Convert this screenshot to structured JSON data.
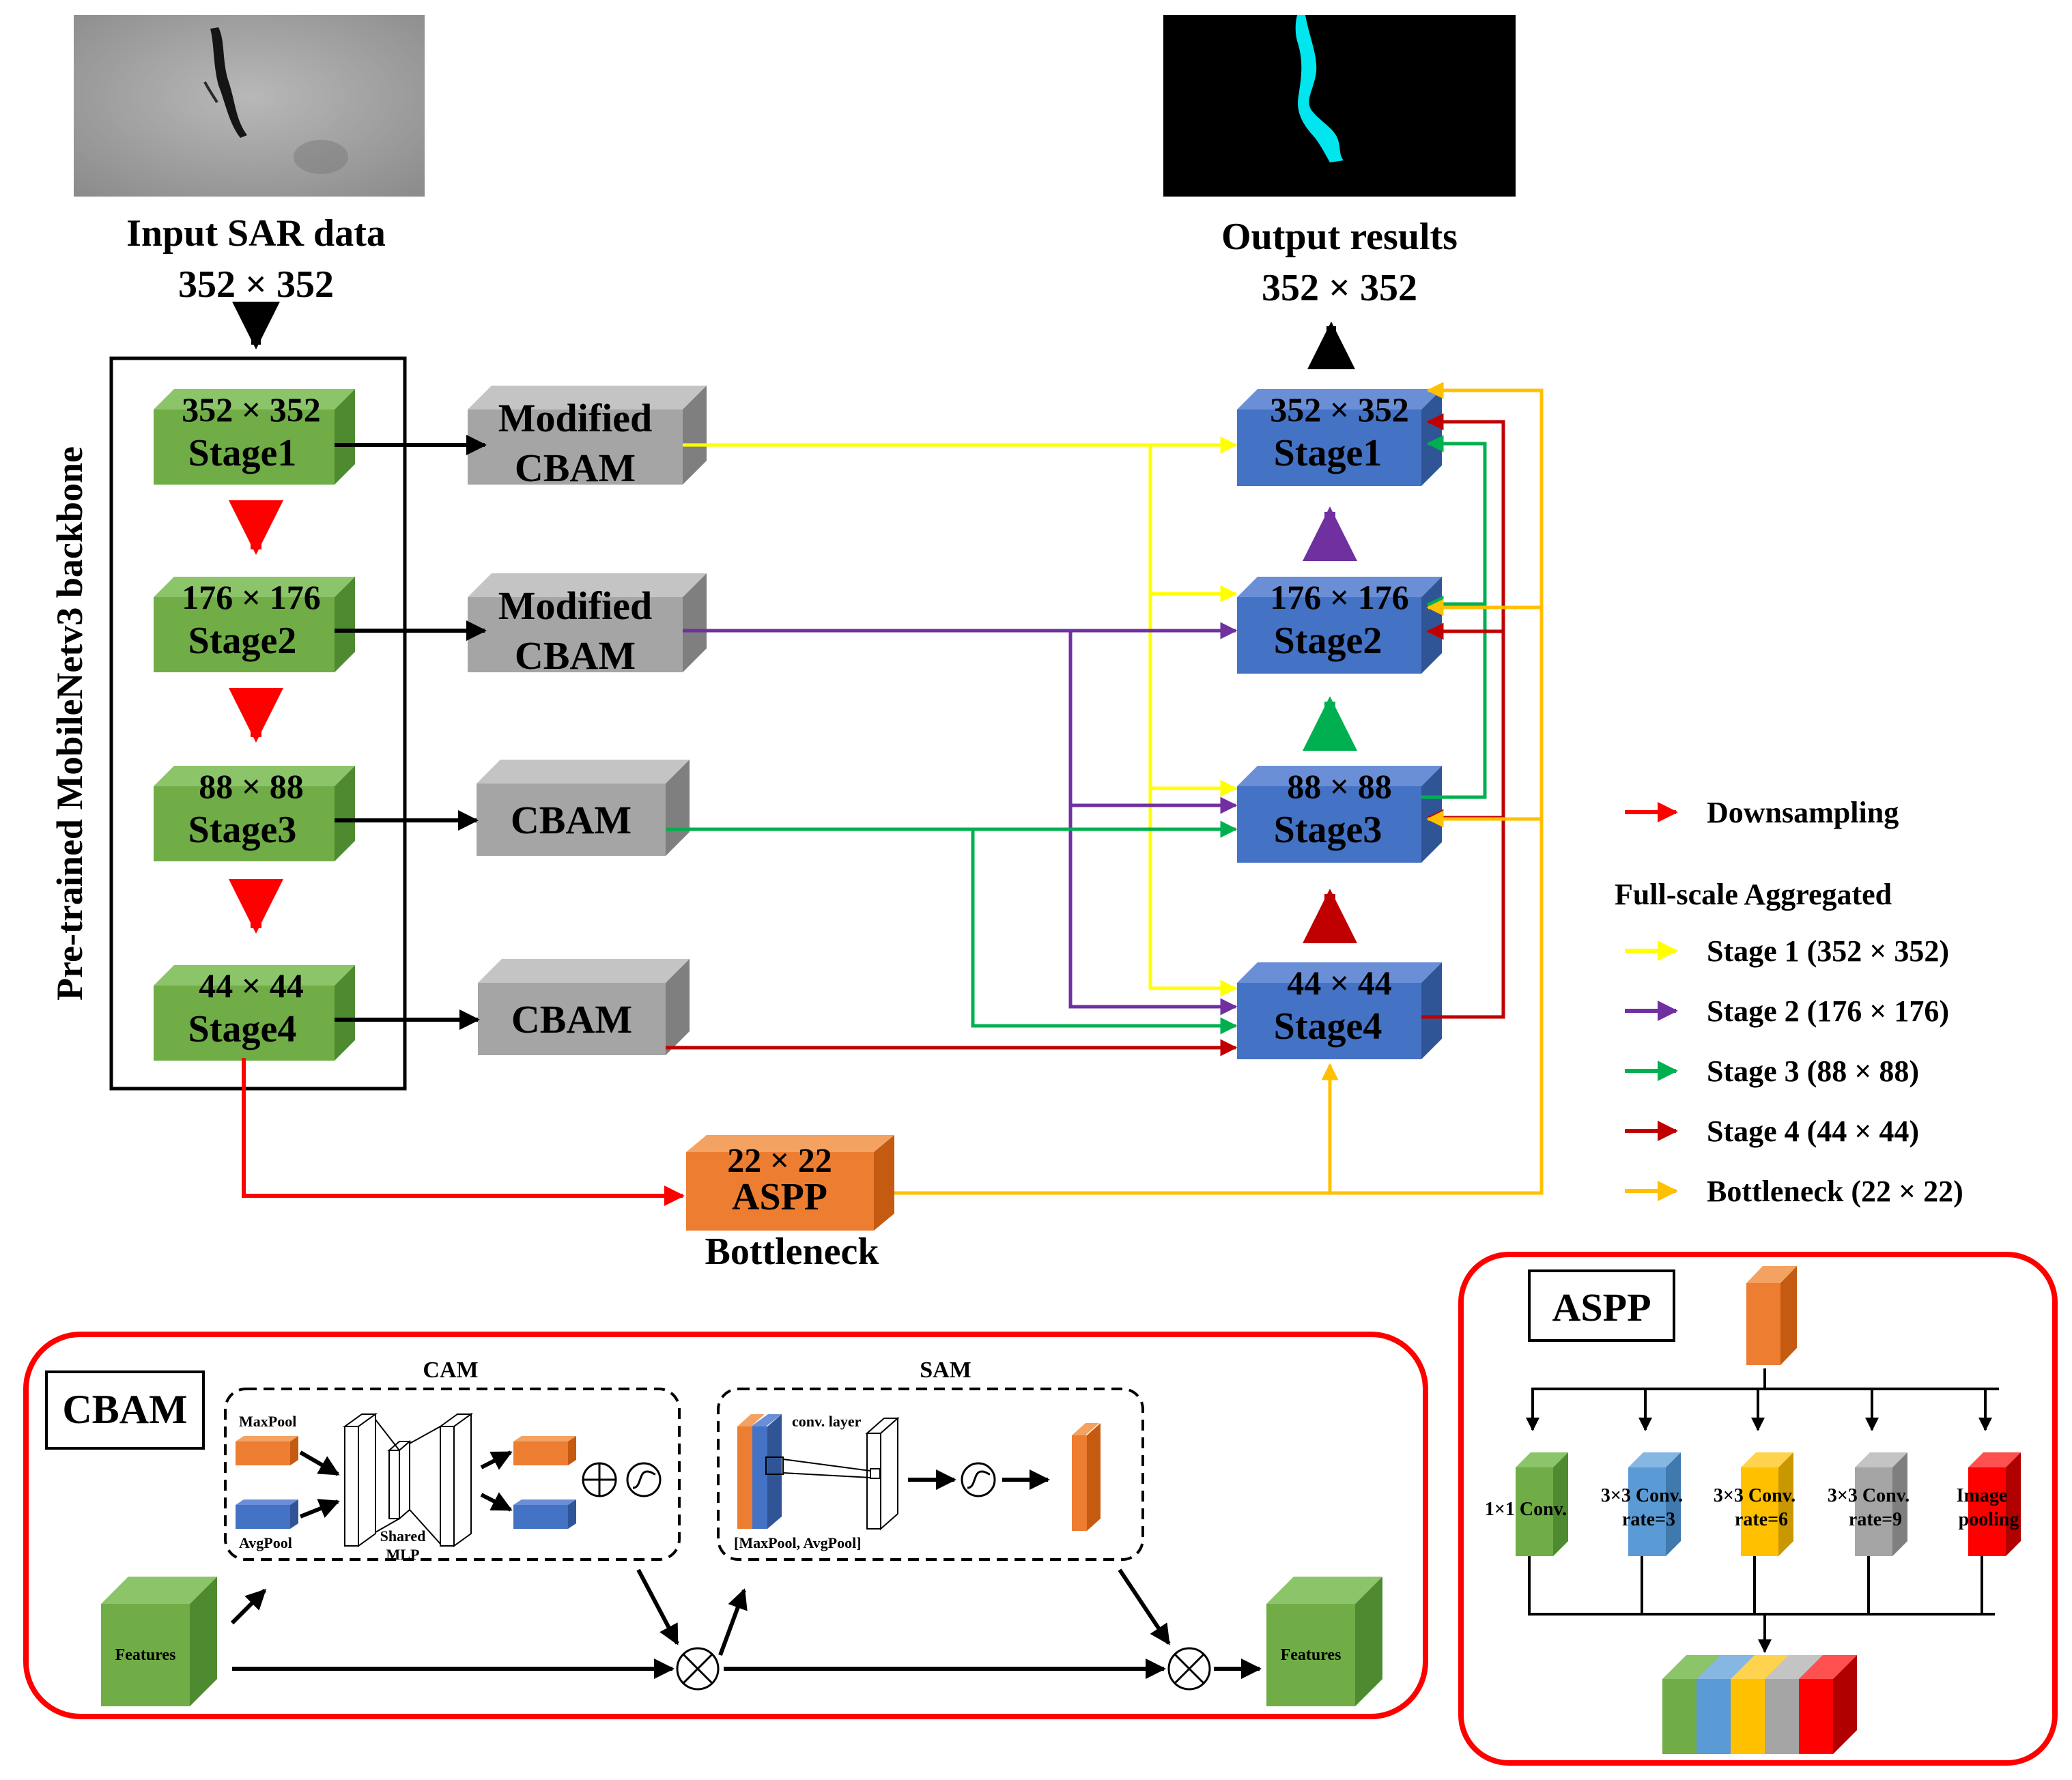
{
  "input": {
    "title": "Input SAR data",
    "size": "352 × 352"
  },
  "output": {
    "title": "Output results",
    "size": "352 × 352"
  },
  "backbone_label": "Pre-trained MobileNetv3 backbone",
  "encoder": [
    {
      "size": "352 × 352",
      "name": "Stage1"
    },
    {
      "size": "176 × 176",
      "name": "Stage2"
    },
    {
      "size": "88 × 88",
      "name": "Stage3"
    },
    {
      "size": "44 × 44",
      "name": "Stage4"
    }
  ],
  "attention": [
    {
      "line1": "Modified",
      "line2": "CBAM"
    },
    {
      "line1": "Modified",
      "line2": "CBAM"
    },
    {
      "line1": "CBAM"
    },
    {
      "line1": "CBAM"
    }
  ],
  "decoder": [
    {
      "size": "352 × 352",
      "name": "Stage1"
    },
    {
      "size": "176 × 176",
      "name": "Stage2"
    },
    {
      "size": "88 × 88",
      "name": "Stage3"
    },
    {
      "size": "44 × 44",
      "name": "Stage4"
    }
  ],
  "bottleneck": {
    "size": "22 × 22",
    "name": "ASPP",
    "caption": "Bottleneck"
  },
  "legend": {
    "downsampling": "Downsampling",
    "heading": "Full-scale Aggregated",
    "items": [
      {
        "label": "Stage 1 (352 × 352)",
        "color": "#ffff00"
      },
      {
        "label": "Stage 2 (176 × 176)",
        "color": "#7030a0"
      },
      {
        "label": "Stage 3 (88 × 88)",
        "color": "#00b050"
      },
      {
        "label": "Stage 4 (44 × 44)",
        "color": "#c00000"
      },
      {
        "label": "Bottleneck (22 × 22)",
        "color": "#ffc000"
      }
    ]
  },
  "cbam_panel": {
    "title": "CBAM",
    "cam": "CAM",
    "sam": "SAM",
    "maxpool": "MaxPool",
    "avgpool": "AvgPool",
    "shared_mlp_1": "Shared",
    "shared_mlp_2": "MLP",
    "conv_layer": "conv. layer",
    "pool_concat": "[MaxPool, AvgPool]",
    "features_in": "Features",
    "features_out": "Features"
  },
  "aspp_panel": {
    "title": "ASPP",
    "branches": [
      {
        "line1": "1×1 Conv.",
        "line2": "",
        "color": "#70ad47"
      },
      {
        "line1": "3×3 Conv.",
        "line2": "rate=3",
        "color": "#5b9bd5"
      },
      {
        "line1": "3×3 Conv.",
        "line2": "rate=6",
        "color": "#ffc000"
      },
      {
        "line1": "3×3 Conv.",
        "line2": "rate=9",
        "color": "#a5a5a5"
      },
      {
        "line1": "Image",
        "line2": "pooling",
        "color": "#ff0000"
      }
    ]
  },
  "colors": {
    "green_box": "#70ad47",
    "gray_box": "#a5a5a5",
    "blue_box": "#4472c4",
    "orange_box": "#ed7d31",
    "red": "#ff0000",
    "yellow": "#ffff00",
    "purple": "#7030a0",
    "green": "#00b050",
    "darkred": "#c00000",
    "gold": "#ffc000"
  }
}
